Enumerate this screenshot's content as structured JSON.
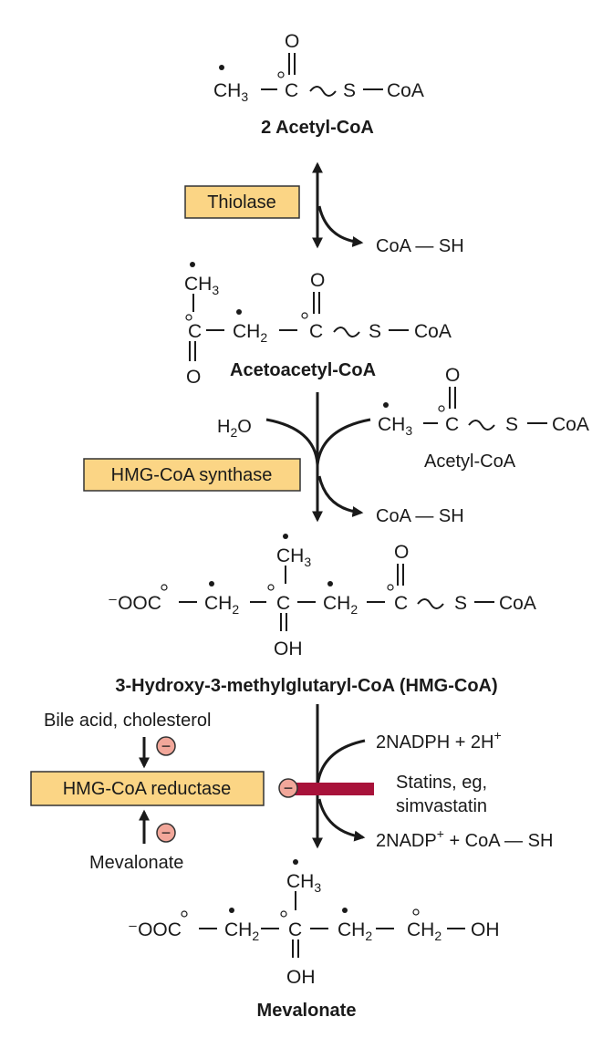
{
  "compounds": {
    "acetyl_coa_2": {
      "name": "2 Acetyl-CoA"
    },
    "acetoacetyl_coa": {
      "name": "Acetoacetyl-CoA"
    },
    "acetyl_coa": {
      "name": "Acetyl-CoA"
    },
    "hmg_coa": {
      "name": "3-Hydroxy-3-methylglutaryl-CoA (HMG-CoA)"
    },
    "mevalonate": {
      "name": "Mevalonate"
    }
  },
  "atoms": {
    "O": "O",
    "C": "C",
    "CH": "CH",
    "CH3_sub": "3",
    "CH2_sub": "2",
    "S": "S",
    "CoA": "CoA",
    "OH": "OH",
    "OOC": "⁻OOC",
    "dash": "—"
  },
  "enzymes": {
    "thiolase": "Thiolase",
    "hmg_synthase": "HMG-CoA synthase",
    "hmg_reductase": "HMG-CoA reductase"
  },
  "reagents": {
    "coa_sh": "CoA — SH",
    "h2o_h": "H",
    "h2o_sub": "2",
    "h2o_o": "O",
    "nadph_main": "2NADPH + 2H",
    "nadph_sup": "+",
    "nadp_main": "2NADP",
    "nadp_sup": "+",
    "nadp_rest": " + CoA — SH"
  },
  "regulation": {
    "bile_acid": "Bile acid, cholesterol",
    "mevalonate_feedback": "Mevalonate",
    "inhibit_symbol": "−",
    "statins_line1": "Statins, eg,",
    "statins_line2": "simvastatin"
  },
  "colors": {
    "enzyme_box": "#fbd585",
    "inhibitor_circle": "#f2a79a",
    "statin_bar": "#a8123a",
    "ink": "#1a1a1a"
  }
}
